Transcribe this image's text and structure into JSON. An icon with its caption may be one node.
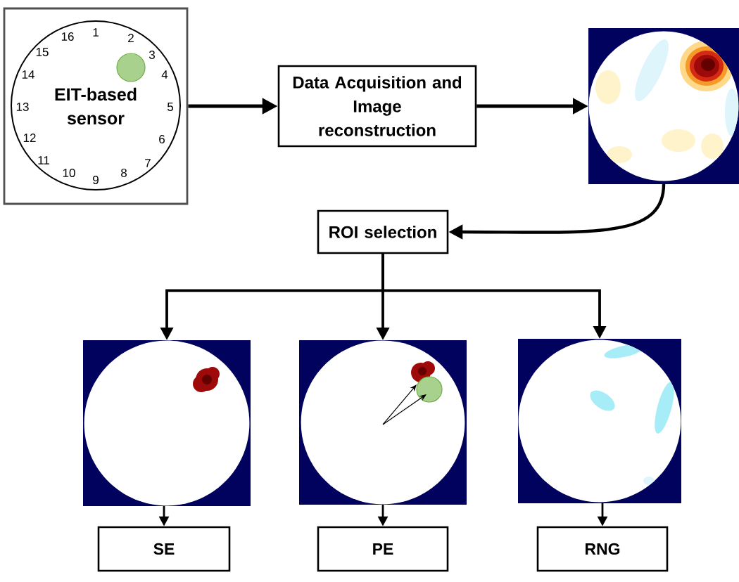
{
  "diagram": {
    "nodes": [
      {
        "text": [
          "EIT-based sensor"
        ]
      },
      {
        "text": [
          "Data Acquisition and Image reconstruction"
        ]
      },
      {
        "text": [],
        "shape": "picture"
      },
      {
        "text": [
          "ROI selection"
        ]
      },
      {
        "text": [],
        "shape": "picture"
      },
      {
        "text": [],
        "shape": "picture"
      },
      {
        "text": [],
        "shape": "picture"
      },
      {
        "text": [
          "SE"
        ]
      },
      {
        "text": [
          "PE"
        ]
      },
      {
        "text": [
          "RNG"
        ]
      }
    ],
    "edges": [
      {
        "from": 0,
        "to": 1,
        "arrow": "to"
      },
      {
        "from": 1,
        "to": 2,
        "arrow": "to"
      },
      {
        "from": 2,
        "to": 3,
        "arrow": "to"
      },
      {
        "from": 3,
        "to": 4,
        "arrow": "to"
      },
      {
        "from": 3,
        "to": 5,
        "arrow": "to"
      },
      {
        "from": 3,
        "to": 6,
        "arrow": "to"
      },
      {
        "from": 4,
        "to": 7,
        "arrow": "to"
      },
      {
        "from": 5,
        "to": 8,
        "arrow": "to"
      },
      {
        "from": 6,
        "to": 9,
        "arrow": "to"
      }
    ],
    "labels": [
      "1",
      "2",
      "3",
      "4",
      "5",
      "6",
      "7",
      "8",
      "9",
      "10",
      "11",
      "12",
      "13",
      "14",
      "15",
      "16"
    ]
  }
}
